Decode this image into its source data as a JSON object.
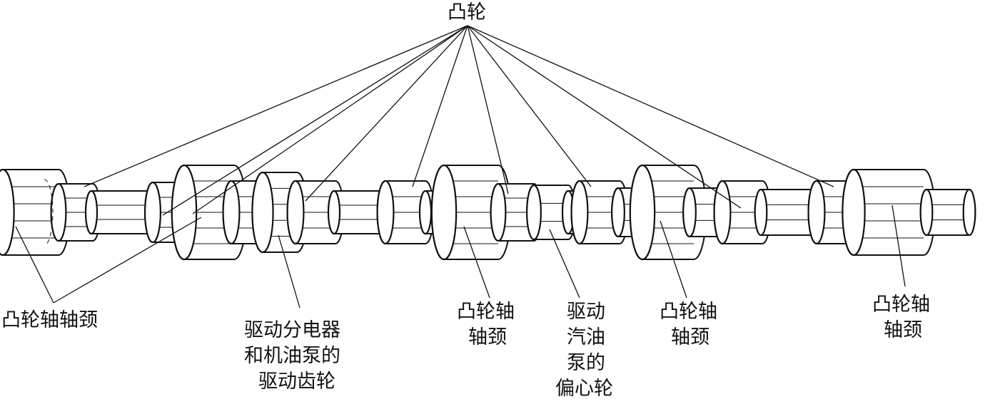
{
  "labels": {
    "cam": "凸轮",
    "journal_left": "凸轮轴轴颈",
    "gear_line1": "驱动分电器",
    "gear_line2": "和机油泵的",
    "gear_line3": "驱动齿轮",
    "journal_2_line1": "凸轮轴",
    "journal_2_line2": "轴颈",
    "eccentric_line1": "驱动",
    "eccentric_line2": "汽油",
    "eccentric_line3": "泵的",
    "eccentric_line4": "偏心轮",
    "journal_3_line1": "凸轮轴",
    "journal_3_line2": "轴颈",
    "journal_4_line1": "凸轮轴",
    "journal_4_line2": "轴颈"
  },
  "colors": {
    "line": "#111111",
    "background": "#ffffff"
  }
}
